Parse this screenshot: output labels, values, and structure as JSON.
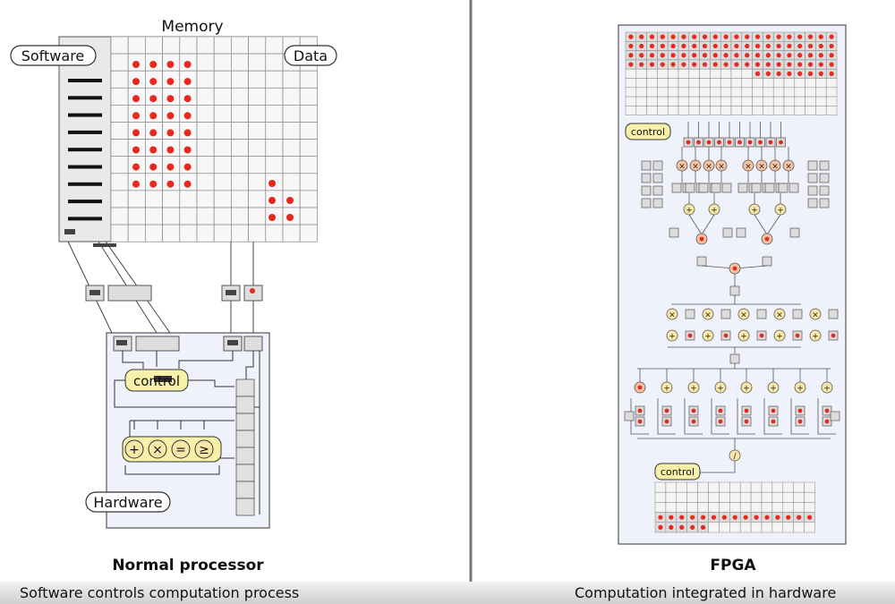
{
  "left": {
    "memory_label": "Memory",
    "software_label": "Software",
    "data_label": "Data",
    "control_label": "control",
    "hardware_label": "Hardware",
    "operators": [
      "+",
      "×",
      "=",
      "≥"
    ],
    "title": "Normal processor",
    "subtitle": "Software controls computation process"
  },
  "right": {
    "control_top_label": "control",
    "control_bottom_label": "control",
    "multiply_symbol": "×",
    "add_symbol": "+",
    "divide_symbol": "/",
    "title": "FPGA",
    "subtitle": "Computation integrated in hardware"
  },
  "colors": {
    "panel_fill": "#f0f2fb",
    "cell_fill": "#e6e6e6",
    "dot": "#e8281e",
    "control_fill": "#f7f0a8",
    "operator_fill": "#f7e8a8",
    "multiplier_fill": "#f6c2a0"
  }
}
